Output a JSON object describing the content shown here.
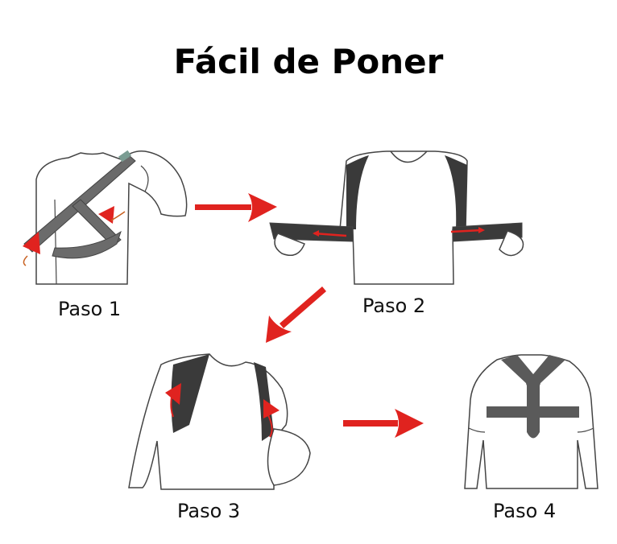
{
  "title": "Fácil de Poner",
  "steps": [
    {
      "label": "Paso 1",
      "illustration": "strap-over-shoulder"
    },
    {
      "label": "Paso 2",
      "illustration": "pull-straps-outward"
    },
    {
      "label": "Paso 3",
      "illustration": "adjust-shoulder-straps"
    },
    {
      "label": "Paso 4",
      "illustration": "final-posture-brace"
    }
  ],
  "arrows": [
    "step1-to-step2",
    "step2-to-step3",
    "step3-to-step4"
  ],
  "colors": {
    "arrow": "#e0231f",
    "strap_dark": "#3a3a3a",
    "strap_gray": "#6b6b6b",
    "outline": "#444444",
    "text": "#000000"
  }
}
